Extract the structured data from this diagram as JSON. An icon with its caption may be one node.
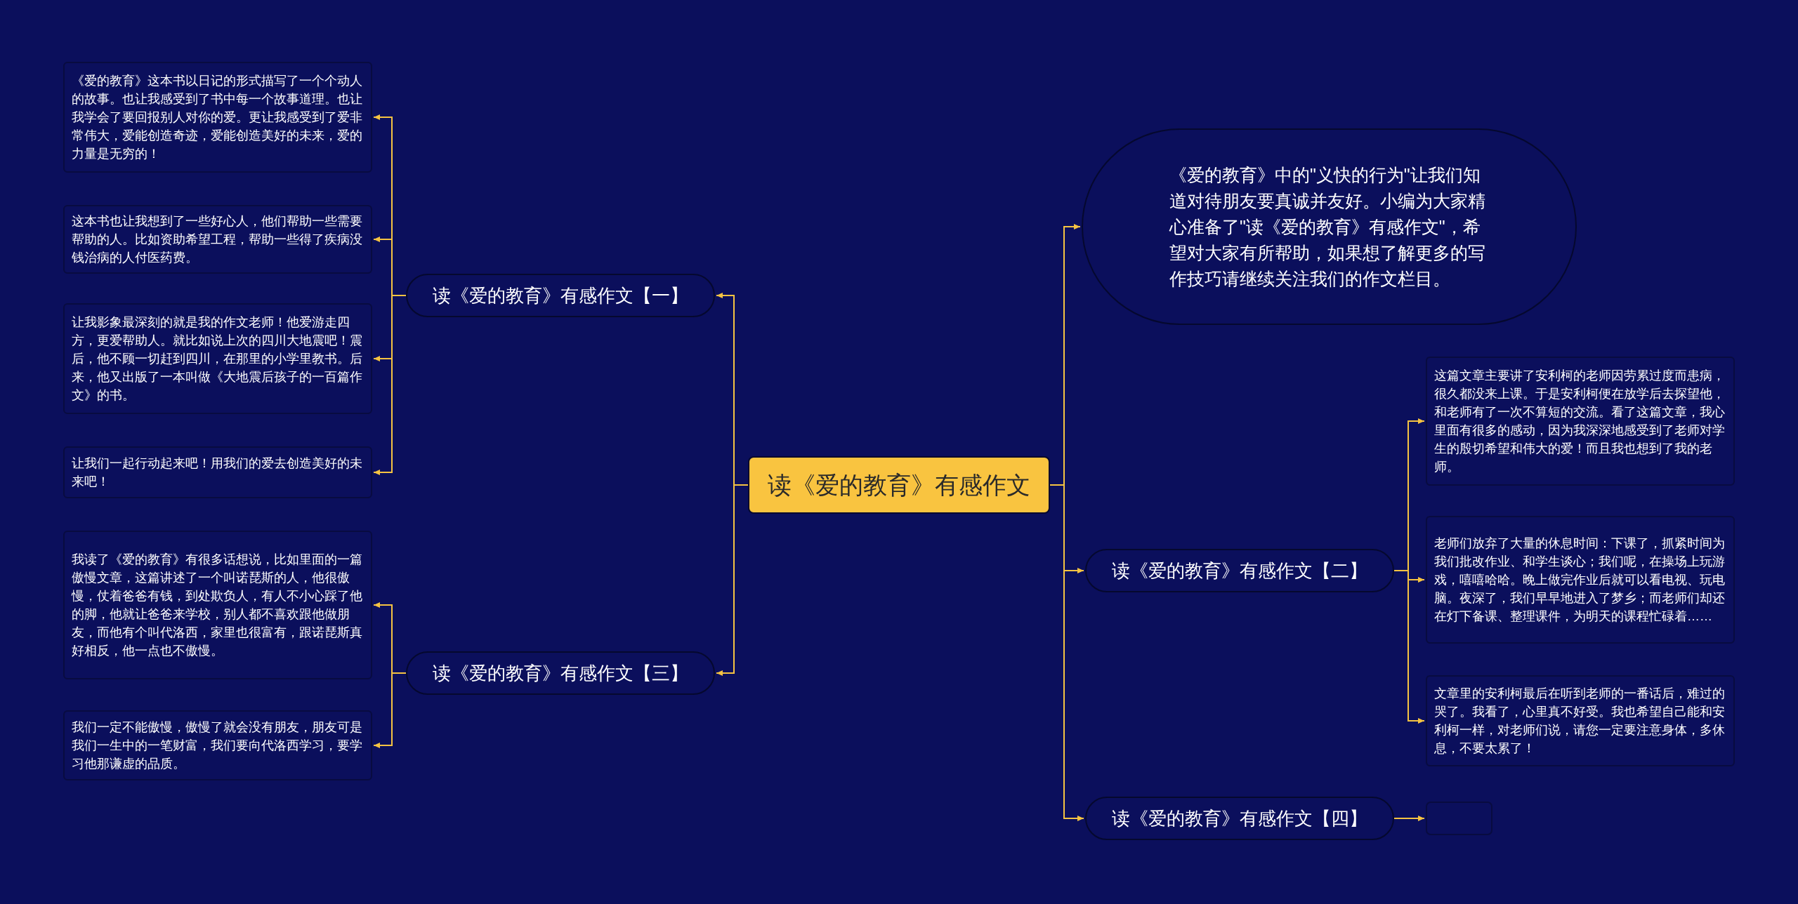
{
  "diagram": {
    "nodes": [
      {
        "text": [
          "读《爱的教育》有感作文"
        ]
      },
      {
        "text": [
          "读《爱的教育》有感作文【一】"
        ]
      },
      {
        "text": [
          "《爱的教育》这本书以日记的形式描写了一个个动人的故事。也让我感受到了书中每一个故事道理。也让我学会了要回报别人对你的爱。更让我感受到了爱非常伟大，爱能创造奇迹，爱能创造美好的未来，爱的力量是无穷的！"
        ]
      },
      {
        "text": [
          "这本书也让我想到了一些好心人，他们帮助一些需要帮助的人。比如资助希望工程，帮助一些得了疾病没钱治病的人付医药费。"
        ]
      },
      {
        "text": [
          "让我影象最深刻的就是我的作文老师！他爱游走四方，更爱帮助人。就比如说上次的四川大地震吧！震后，他不顾一切赶到四川，在那里的小学里教书。后来，他又出版了一本叫做《大地震后孩子的一百篇作文》的书。"
        ]
      },
      {
        "text": [
          "让我们一起行动起来吧！用我们的爱去创造美好的未来吧！"
        ]
      },
      {
        "text": [
          "读《爱的教育》有感作文【三】"
        ]
      },
      {
        "text": [
          "我读了《爱的教育》有很多话想说，比如里面的一篇傲慢文章，这篇讲述了一个叫诺琵斯的人，他很傲慢，仗着爸爸有钱，到处欺负人，有人不小心踩了他的脚，他就让爸爸来学校，别人都不喜欢跟他做朋友，而他有个叫代洛西，家里也很富有，跟诺琵斯真好相反，他一点也不傲慢。"
        ]
      },
      {
        "text": [
          "我们一定不能傲慢，傲慢了就会没有朋友，朋友可是我们一生中的一笔财富，我们要向代洛西学习，要学习他那谦虚的品质。"
        ]
      },
      {
        "text": [
          "《爱的教育》中的\"义快的行为\"让我们知道对待朋友要真诚并友好。小编为大家精心准备了\"读《爱的教育》有感作文\"，希望对大家有所帮助，如果想了解更多的写作技巧请继续关注我们的作文栏目。"
        ]
      },
      {
        "text": [
          "读《爱的教育》有感作文【二】"
        ]
      },
      {
        "text": [
          "这篇文章主要讲了安利柯的老师因劳累过度而患病，很久都没来上课。于是安利柯便在放学后去探望他，和老师有了一次不算短的交流。看了这篇文章，我心里面有很多的感动，因为我深深地感受到了老师对学生的殷切希望和伟大的爱！而且我也想到了我的老师。"
        ]
      },
      {
        "text": [
          "老师们放弃了大量的休息时间：下课了，抓紧时间为我们批改作业、和学生谈心；我们呢，在操场上玩游戏，嘻嘻哈哈。晚上做完作业后就可以看电视、玩电脑。夜深了，我们早早地进入了梦乡；而老师们却还在灯下备课、整理课件，为明天的课程忙碌着……"
        ]
      },
      {
        "text": [
          "文章里的安利柯最后在听到老师的一番话后，难过的哭了。我看了，心里真不好受。我也希望自己能和安利柯一样，对老师们说，请您一定要注意身体，多休息，不要太累了！"
        ]
      },
      {
        "text": [
          "读《爱的教育》有感作文【四】"
        ]
      },
      {
        "text": [],
        "shape": "box"
      }
    ],
    "edges": [
      {
        "from": 0,
        "to": 1,
        "arrow": "to",
        "color": "#f5c342"
      },
      {
        "from": 1,
        "to": 2,
        "arrow": "to",
        "color": "#f5c342"
      },
      {
        "from": 1,
        "to": 3,
        "arrow": "to",
        "color": "#f5c342"
      },
      {
        "from": 1,
        "to": 4,
        "arrow": "to",
        "color": "#f5c342"
      },
      {
        "from": 1,
        "to": 5,
        "arrow": "to",
        "color": "#f5c342"
      },
      {
        "from": 0,
        "to": 6,
        "arrow": "to",
        "color": "#f5c342"
      },
      {
        "from": 6,
        "to": 7,
        "arrow": "to",
        "color": "#f5c342"
      },
      {
        "from": 6,
        "to": 8,
        "arrow": "to",
        "color": "#f5c342"
      },
      {
        "from": 0,
        "to": 9,
        "arrow": "to",
        "color": "#f5c342"
      },
      {
        "from": 0,
        "to": 10,
        "arrow": "to",
        "color": "#f5c342"
      },
      {
        "from": 10,
        "to": 11,
        "arrow": "to",
        "color": "#f5c342"
      },
      {
        "from": 10,
        "to": 12,
        "arrow": "to",
        "color": "#f5c342"
      },
      {
        "from": 10,
        "to": 13,
        "arrow": "to",
        "color": "#f5c342"
      },
      {
        "from": 0,
        "to": 14,
        "arrow": "to",
        "color": "#f5c342"
      },
      {
        "from": 14,
        "to": 15,
        "arrow": "to",
        "color": "#f5c342"
      }
    ]
  }
}
